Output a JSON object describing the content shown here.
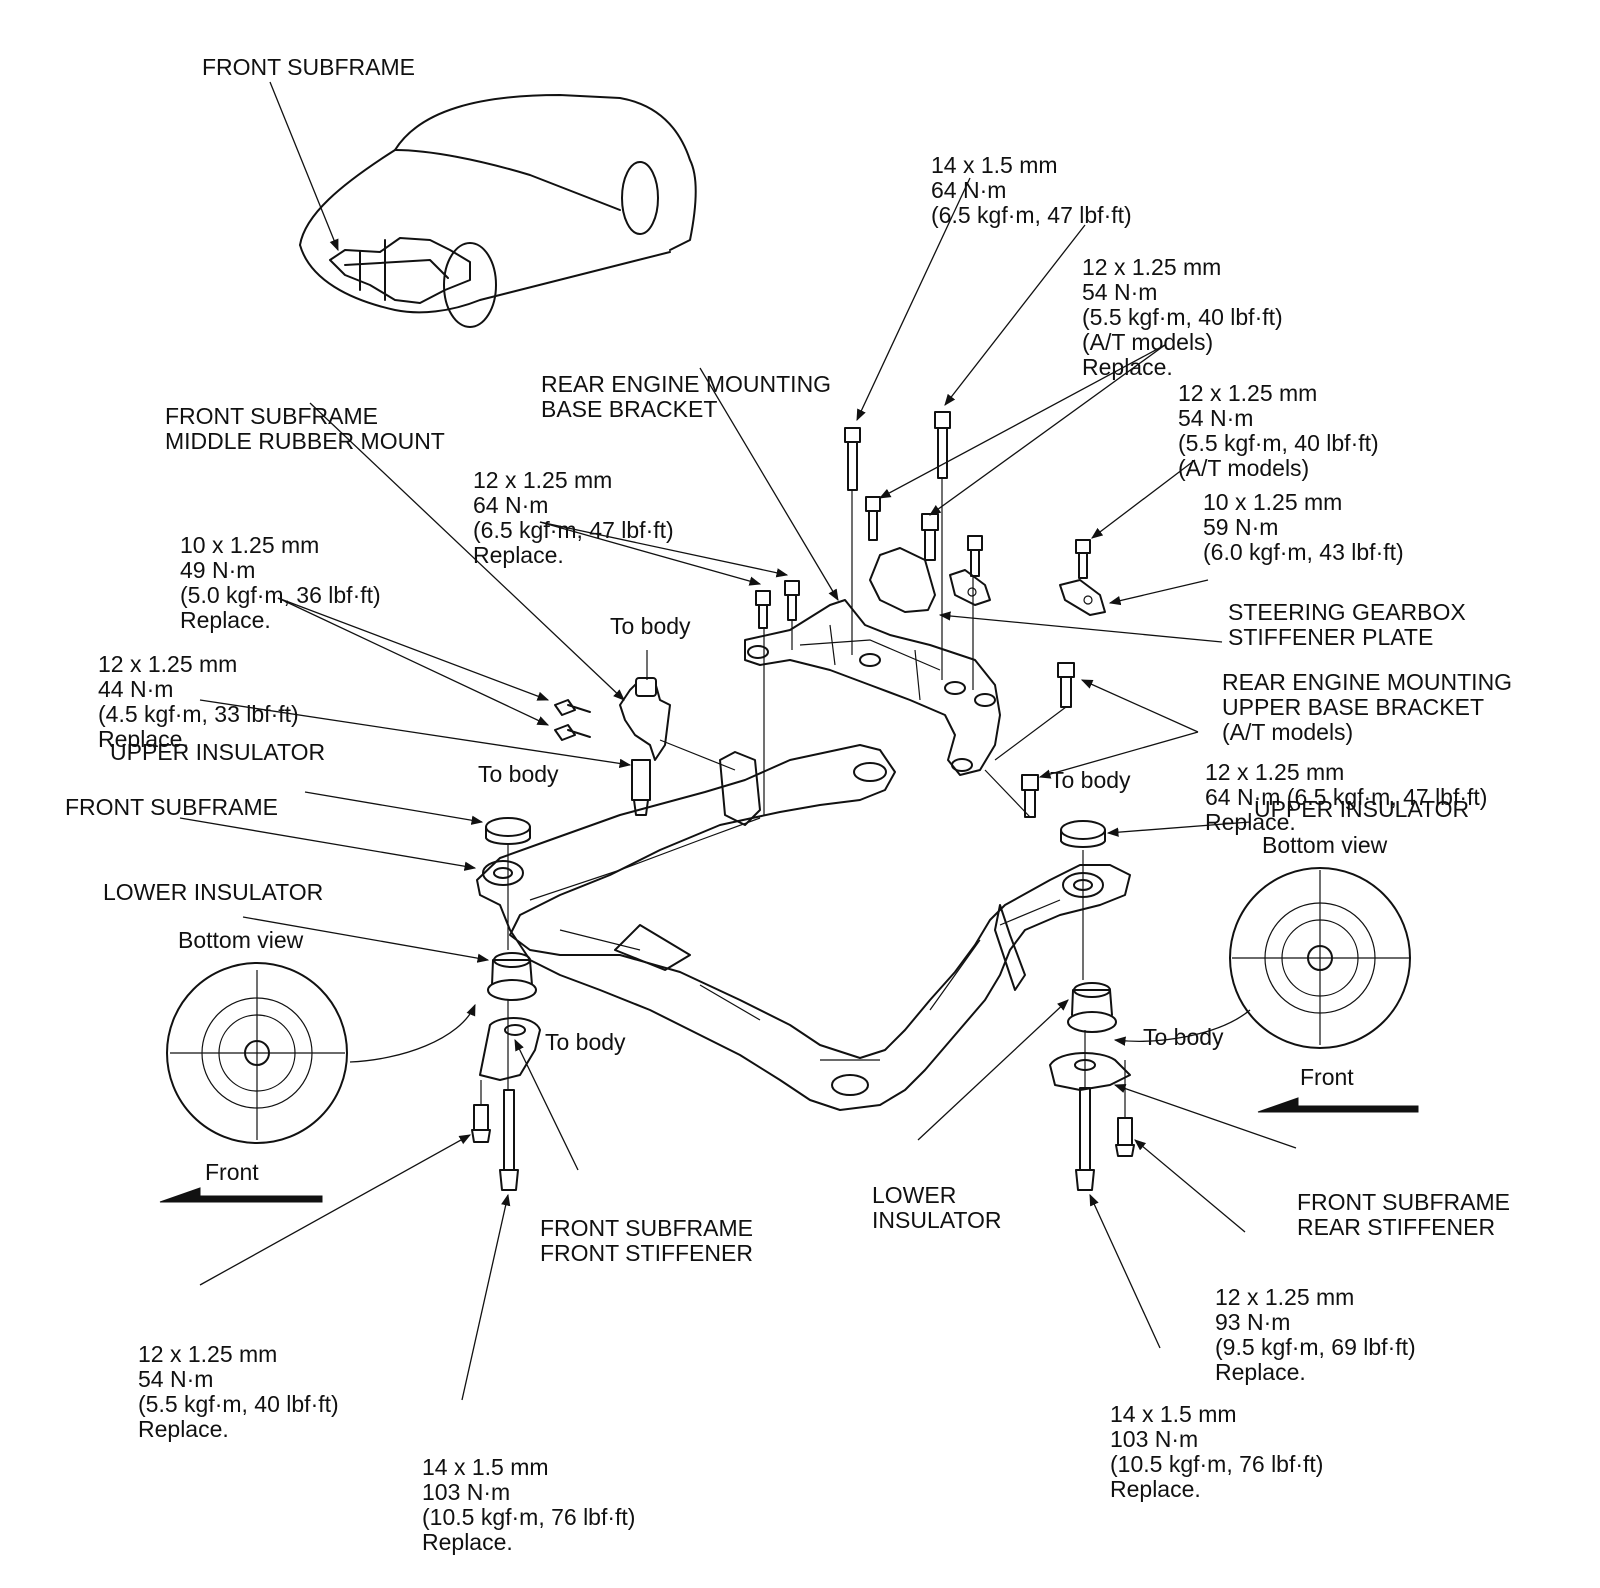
{
  "labels": {
    "front_subframe_top": [
      "FRONT SUBFRAME"
    ],
    "spec_top_14": [
      "14 x 1.5 mm",
      "64 N·m",
      "(6.5 kgf·m, 47 lbf·ft)"
    ],
    "spec_top_12_at_replace": [
      "12 x 1.25 mm",
      "54 N·m",
      "(5.5 kgf·m, 40 lbf·ft)",
      "(A/T models)",
      "Replace."
    ],
    "rear_engine_mounting_base": [
      "REAR ENGINE MOUNTING",
      "BASE BRACKET"
    ],
    "spec_12_at": [
      "12 x 1.25 mm",
      "54 N·m",
      "(5.5 kgf·m, 40 lbf·ft)",
      "(A/T models)"
    ],
    "middle_rubber_mount": [
      "FRONT SUBFRAME",
      "MIDDLE RUBBER MOUNT"
    ],
    "spec_12_64_replace": [
      "12 x 1.25 mm",
      "64 N·m",
      "(6.5 kgf·m, 47 lbf·ft)",
      "Replace."
    ],
    "spec_10_59": [
      "10 x 1.25 mm",
      "59 N·m",
      "(6.0 kgf·m, 43 lbf·ft)"
    ],
    "spec_10_49_replace": [
      "10 x 1.25 mm",
      "49 N·m",
      "(5.0 kgf·m, 36 lbf·ft)",
      "Replace."
    ],
    "steering_stiffener": [
      "STEERING GEARBOX",
      "STIFFENER PLATE"
    ],
    "spec_12_44_replace": [
      "12 x 1.25 mm",
      "44 N·m",
      "(4.5 kgf·m, 33 lbf·ft)",
      "Replace."
    ],
    "to_body_middle": [
      "To body"
    ],
    "upper_base_bracket": [
      "REAR ENGINE MOUNTING",
      "UPPER BASE BRACKET",
      "(A/T models)"
    ],
    "spec_12_64_right": [
      "12 x 1.25 mm",
      "64 N·m (6.5 kgf·m, 47 lbf·ft)",
      "Replace."
    ],
    "upper_insulator_left": [
      "UPPER INSULATOR"
    ],
    "to_body_left": [
      "To body"
    ],
    "to_body_right_top": [
      "To body"
    ],
    "front_subframe_left": [
      "FRONT SUBFRAME"
    ],
    "upper_insulator_right": [
      "UPPER INSULATOR"
    ],
    "bottom_view_right": [
      "Bottom view"
    ],
    "lower_insulator_left": [
      "LOWER INSULATOR"
    ],
    "bottom_view_left": [
      "Bottom view"
    ],
    "to_body_lower_left": [
      "To body"
    ],
    "to_body_lower_right": [
      "To body"
    ],
    "front_right": [
      "Front"
    ],
    "lower_insulator_right": [
      "LOWER",
      "INSULATOR"
    ],
    "rear_stiffener": [
      "FRONT SUBFRAME",
      "REAR STIFFENER"
    ],
    "front_left": [
      "Front"
    ],
    "front_stiffener": [
      "FRONT SUBFRAME",
      "FRONT STIFFENER"
    ],
    "spec_12_93_replace": [
      "12 x 1.25 mm",
      "93 N·m",
      "(9.5 kgf·m, 69 lbf·ft)",
      "Replace."
    ],
    "spec_12_54_replace_left": [
      "12 x 1.25 mm",
      "54 N·m",
      "(5.5 kgf·m, 40 lbf·ft)",
      "Replace."
    ],
    "spec_14_103_right": [
      "14 x 1.5 mm",
      "103 N·m",
      "(10.5 kgf·m, 76 lbf·ft)",
      "Replace."
    ],
    "spec_14_103_left": [
      "14 x 1.5 mm",
      "103 N·m",
      "(10.5 kgf·m, 76 lbf·ft)",
      "Replace."
    ]
  }
}
